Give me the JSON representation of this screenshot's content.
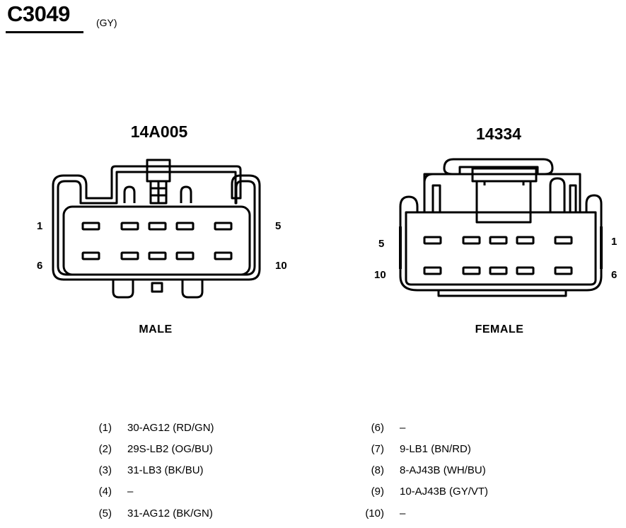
{
  "header": {
    "connector_id": "C3049",
    "connector_color": "(GY)"
  },
  "male": {
    "part_number": "14A005",
    "label": "MALE",
    "pin_left_top": "1",
    "pin_left_bottom": "6",
    "pin_right_top": "5",
    "pin_right_bottom": "10"
  },
  "female": {
    "part_number": "14334",
    "label": "FEMALE",
    "pin_left_top": "5",
    "pin_left_bottom": "10",
    "pin_right_top": "1",
    "pin_right_bottom": "6"
  },
  "pinout": {
    "left": [
      {
        "pin": "(1)",
        "circuit": "30-AG12 (RD/GN)"
      },
      {
        "pin": "(2)",
        "circuit": "29S-LB2 (OG/BU)"
      },
      {
        "pin": "(3)",
        "circuit": "31-LB3 (BK/BU)"
      },
      {
        "pin": "(4)",
        "circuit": "–"
      },
      {
        "pin": "(5)",
        "circuit": "31-AG12 (BK/GN)"
      }
    ],
    "right": [
      {
        "pin": "(6)",
        "circuit": "–"
      },
      {
        "pin": "(7)",
        "circuit": "9-LB1 (BN/RD)"
      },
      {
        "pin": "(8)",
        "circuit": "8-AJ43B (WH/BU)"
      },
      {
        "pin": "(9)",
        "circuit": "10-AJ43B (GY/VT)"
      },
      {
        "pin": "(10)",
        "circuit": "–"
      }
    ]
  }
}
